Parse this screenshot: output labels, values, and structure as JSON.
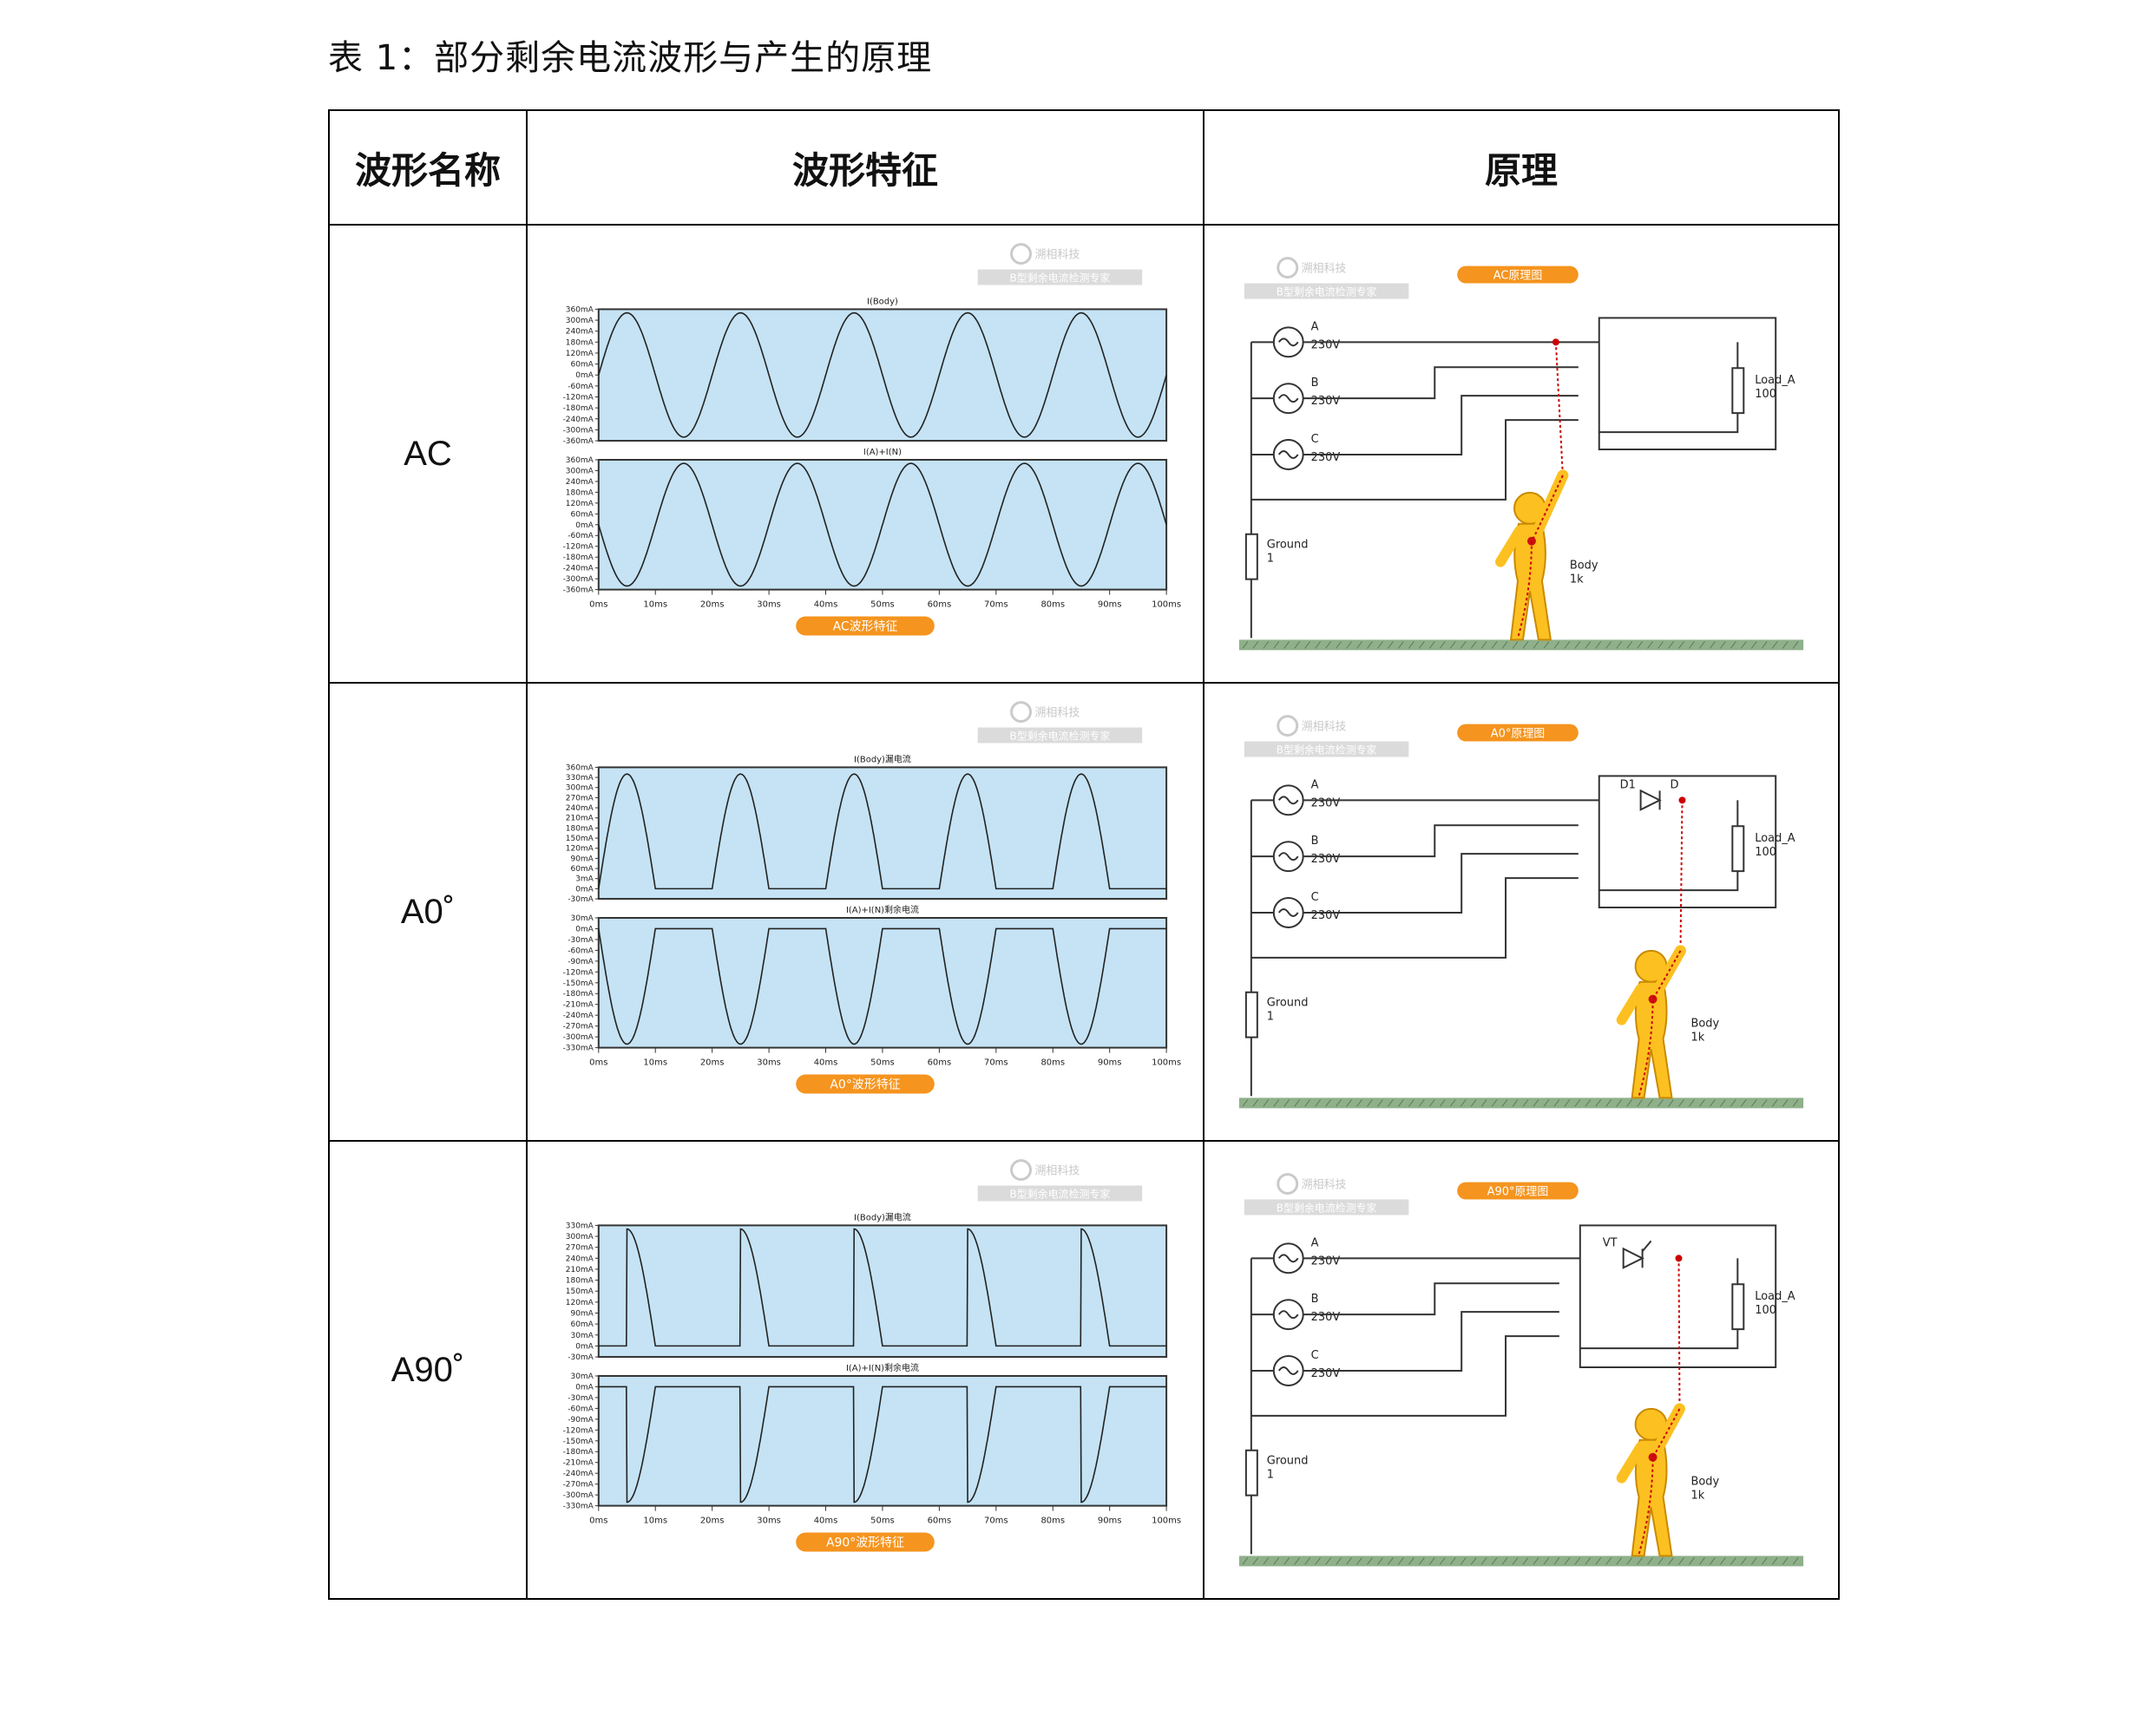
{
  "caption": "表 1：部分剩余电流波形与产生的原理",
  "headers": [
    "波形名称",
    "波形特征",
    "原理"
  ],
  "watermark": {
    "brand": "溯相科技",
    "tagline": "B型剩余电流检测专家"
  },
  "colors": {
    "plot_fill": "#c5e3f4",
    "orange": "#f5941e",
    "wire": "#333333",
    "probe": "#cc0000",
    "person": "#fcc020",
    "ground": "#8fb08a"
  },
  "x_ticks": [
    "0ms",
    "10ms",
    "20ms",
    "30ms",
    "40ms",
    "50ms",
    "60ms",
    "70ms",
    "80ms",
    "90ms",
    "100ms"
  ],
  "circuit_labels": {
    "phases": [
      {
        "name": "A",
        "voltage": "230V"
      },
      {
        "name": "B",
        "voltage": "230V"
      },
      {
        "name": "C",
        "voltage": "230V"
      }
    ],
    "load": "Load_A",
    "load_value": "100",
    "ground": "Ground",
    "ground_value": "1",
    "body": "Body",
    "body_value": "1k"
  },
  "rows": [
    {
      "name": "AC",
      "wave_badge": "AC波形特征",
      "circuit_badge": "AC原理图",
      "device": "",
      "device_node": "",
      "chart_data": {
        "type": "line",
        "x_unit": "ms",
        "xlim": [
          0,
          100
        ],
        "panels": [
          {
            "title": "I(Body)",
            "ylim": [
              -360,
              360
            ],
            "y_ticks": [
              "360mA",
              "300mA",
              "240mA",
              "180mA",
              "120mA",
              "60mA",
              "0mA",
              "-60mA",
              "-120mA",
              "-180mA",
              "-240mA",
              "-300mA",
              "-360mA"
            ],
            "waveform": "sine",
            "amplitude": 340,
            "period_ms": 20,
            "phase_deg": 0
          },
          {
            "title": "I(A)+I(N)",
            "ylim": [
              -360,
              360
            ],
            "y_ticks": [
              "360mA",
              "300mA",
              "240mA",
              "180mA",
              "120mA",
              "60mA",
              "0mA",
              "-60mA",
              "-120mA",
              "-180mA",
              "-240mA",
              "-300mA",
              "-360mA"
            ],
            "waveform": "sine",
            "amplitude": 340,
            "period_ms": 20,
            "phase_deg": 180
          }
        ]
      }
    },
    {
      "name": "A0˚",
      "wave_badge": "A0°波形特征",
      "circuit_badge": "A0°原理图",
      "device": "D1",
      "device_node": "D",
      "chart_data": {
        "type": "line",
        "x_unit": "ms",
        "xlim": [
          0,
          100
        ],
        "panels": [
          {
            "title": "I(Body)漏电流",
            "ylim": [
              -30,
              360
            ],
            "y_ticks": [
              "360mA",
              "330mA",
              "300mA",
              "270mA",
              "240mA",
              "210mA",
              "180mA",
              "150mA",
              "120mA",
              "90mA",
              "60mA",
              "3mA",
              "0mA",
              "-30mA"
            ],
            "waveform": "halfwave",
            "amplitude": 340,
            "period_ms": 20
          },
          {
            "title": "I(A)+I(N)剩余电流",
            "ylim": [
              -330,
              30
            ],
            "y_ticks": [
              "30mA",
              "0mA",
              "-30mA",
              "-60mA",
              "-90mA",
              "-120mA",
              "-150mA",
              "-180mA",
              "-210mA",
              "-240mA",
              "-270mA",
              "-300mA",
              "-330mA"
            ],
            "waveform": "halfwave_neg",
            "amplitude": 320,
            "period_ms": 20
          }
        ]
      }
    },
    {
      "name": "A90˚",
      "wave_badge": "A90°波形特征",
      "circuit_badge": "A90°原理图",
      "device": "VT",
      "device_node": "",
      "chart_data": {
        "type": "line",
        "x_unit": "ms",
        "xlim": [
          0,
          100
        ],
        "panels": [
          {
            "title": "I(Body)漏电流",
            "ylim": [
              -30,
              330
            ],
            "y_ticks": [
              "330mA",
              "300mA",
              "270mA",
              "240mA",
              "210mA",
              "180mA",
              "150mA",
              "120mA",
              "90mA",
              "60mA",
              "30mA",
              "0mA",
              "-30mA"
            ],
            "waveform": "phasecut",
            "amplitude": 320,
            "period_ms": 20,
            "fire_angle_deg": 90
          },
          {
            "title": "I(A)+I(N)剩余电流",
            "ylim": [
              -330,
              30
            ],
            "y_ticks": [
              "30mA",
              "0mA",
              "-30mA",
              "-60mA",
              "-90mA",
              "-120mA",
              "-150mA",
              "-180mA",
              "-210mA",
              "-240mA",
              "-270mA",
              "-300mA",
              "-330mA"
            ],
            "waveform": "phasecut_neg",
            "amplitude": 320,
            "period_ms": 20,
            "fire_angle_deg": 90
          }
        ]
      }
    }
  ]
}
